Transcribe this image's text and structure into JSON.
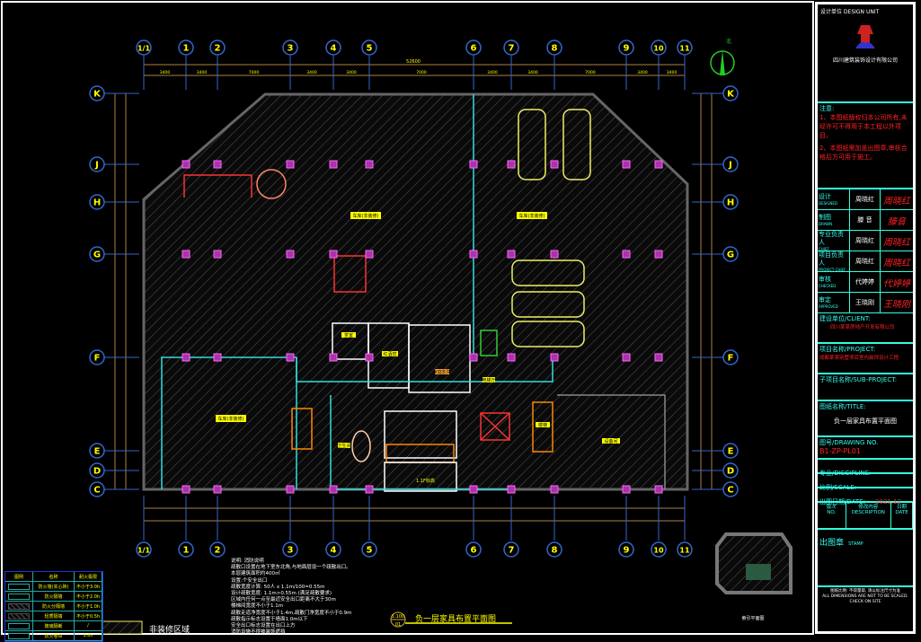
{
  "drawing": {
    "axes_x": [
      "1/1",
      "1",
      "2",
      "3",
      "4",
      "5",
      "6",
      "7",
      "8",
      "9",
      "10",
      "11"
    ],
    "axes_y": [
      "K",
      "J",
      "H",
      "G",
      "F",
      "E",
      "D",
      "C"
    ],
    "top_dims": [
      "3400",
      "3400",
      "7000",
      "3400",
      "3400",
      "7000",
      "3400",
      "3400",
      "7000",
      "3400",
      "3400"
    ],
    "overall_dim": "52600",
    "rooms": [
      "车库(非装修)",
      "车库(非装修)",
      "车库(非装修)",
      "楼梯",
      "电梯厅",
      "卫生间",
      "红酒窖",
      "家庭影院",
      "茶室",
      "设备间",
      "1.1F标高"
    ],
    "north_label": "北",
    "title": "负一层家具布置平面图",
    "title_no": "01",
    "title_scale": "1:100",
    "non_decor_label": "非装修区域",
    "keyplan_label": "索引平面图"
  },
  "notes": {
    "heading": "说明: 消防说明",
    "lines": [
      "疏散口设置在地下室东北角,与地面层设一个疏散出口。",
      "本层建筑面积约400㎡",
      "设置:个安全出口",
      "疏散宽度计算: 50人 x 1.1m/100=0.55m",
      "设计疏散宽度: 1.1m>0.55m (满足疏散要求)",
      "区域内任何一点至最近安全出口距离不大于30m",
      "楼梯间宽度不小于1.1m",
      "疏散走道净宽度不小于1.4m,疏散门净宽度不小于0.9m",
      "疏散指示标志设置于墙面1.0m以下",
      "安全出口标志设置在出口上方",
      "消防设施不得被装饰遮挡"
    ]
  },
  "legend": {
    "headers": [
      "图例",
      "名称",
      "耐火极限"
    ],
    "rows": [
      [
        "防火墙(实心砖)",
        "不小于3.0h"
      ],
      [
        "防火隔墙",
        "不小于2.0h"
      ],
      [
        "防火分隔墙",
        "不小于1.0h"
      ],
      [
        "轻质隔墙",
        "不小于0.5h"
      ],
      [
        "玻璃隔断",
        "/"
      ],
      [
        "防火卷帘",
        "1.0h"
      ]
    ]
  },
  "titleblock": {
    "design_unit": "设计单位 DESIGN UNIT",
    "company": "四川建筑装饰设计有限公司",
    "notice_label": "注意:",
    "notice_1": "1、本图纸版权归本公司所有,未经许可不得用于本工程以外项目。",
    "notice_2": "2、本图纸需加盖出图章,审核合格后方可用于施工。",
    "staff": [
      {
        "role": "设计",
        "role_en": "DESIGNED",
        "name": "周晓红",
        "sign": "周晓红"
      },
      {
        "role": "制图",
        "role_en": "DRAWN",
        "name": "滕 音",
        "sign": "滕音"
      },
      {
        "role": "专业负责人",
        "role_en": "CHIEF",
        "name": "周晓红",
        "sign": "周晓红"
      },
      {
        "role": "项目负责人",
        "role_en": "PROJECT CHIEF",
        "name": "周晓红",
        "sign": "周晓红"
      },
      {
        "role": "审核",
        "role_en": "CHECKED",
        "name": "代婷婷",
        "sign": "代婷婷"
      },
      {
        "role": "审定",
        "role_en": "APPROVED",
        "name": "王晓刚",
        "sign": "王晓刚"
      }
    ],
    "client_label": "建设单位/CLIENT:",
    "client": "四川某某房地产开发有限公司",
    "project_label": "项目名称/PROJECT:",
    "project": "成都某某别墅项目室内装饰设计工程",
    "subproject_label": "子项目名称/SUB-PROJECT:",
    "title_label": "图纸名称/TITLE:",
    "title": "负一层家具布置平面图",
    "drawing_no_label": "图号/DRAWING NO.",
    "drawing_no": "B1-ZP-PL01",
    "discipline_label": "专业/DISCIPLINE:",
    "scale_label": "比例/SCALE:",
    "date_label": "出图日期/DATE:",
    "date": "2021.12",
    "rev_headers": [
      [
        "版次",
        "NO."
      ],
      [
        "修改内容",
        "DESCRIPTION"
      ],
      [
        "日期",
        "DATE"
      ]
    ],
    "stamp_label": "出图章",
    "stamp_sub": "STAMP",
    "footer_1": "图纸比例: 不得量取, 请以标注尺寸为准",
    "footer_2": "ALL DIMENSIONS ARE NOT TO BE SCALED. CHECK ON SITE"
  }
}
